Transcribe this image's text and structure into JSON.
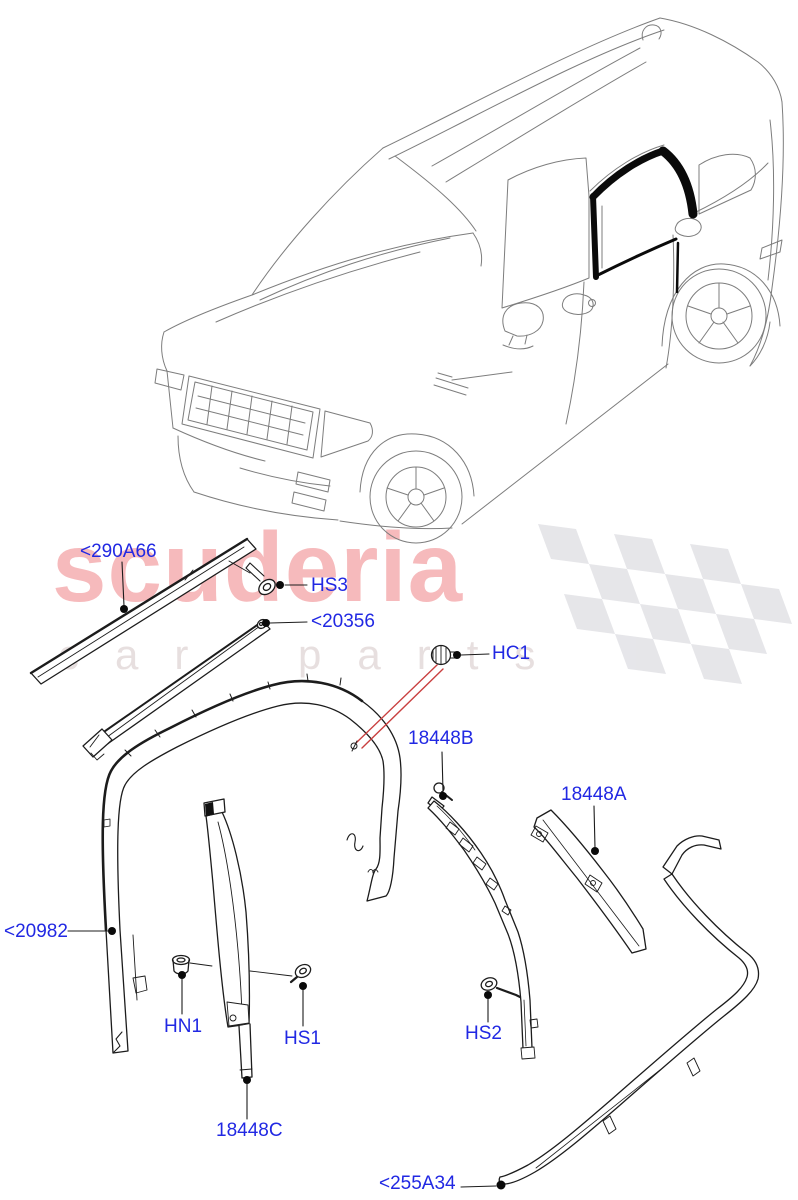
{
  "watermark": {
    "brand": "scuderia",
    "subtitle": "car parts",
    "brand_color": "#f6babc",
    "subtitle_color": "#e7dfdf",
    "checker_color": "#e2e2e6"
  },
  "style": {
    "label_color": "#2128e3",
    "line_color": "#1c1c1c",
    "red_leader_color": "#c94040"
  },
  "labels": [
    {
      "id": "290A66",
      "text": "<290A66"
    },
    {
      "id": "HS3",
      "text": "HS3"
    },
    {
      "id": "20356",
      "text": "<20356"
    },
    {
      "id": "HC1",
      "text": "HC1"
    },
    {
      "id": "18448B",
      "text": "18448B"
    },
    {
      "id": "18448A",
      "text": "18448A"
    },
    {
      "id": "20982",
      "text": "<20982"
    },
    {
      "id": "HN1",
      "text": "HN1"
    },
    {
      "id": "HS1",
      "text": "HS1"
    },
    {
      "id": "HS2",
      "text": "HS2"
    },
    {
      "id": "18448C",
      "text": "18448C"
    },
    {
      "id": "255A34",
      "text": "<255A34"
    }
  ]
}
